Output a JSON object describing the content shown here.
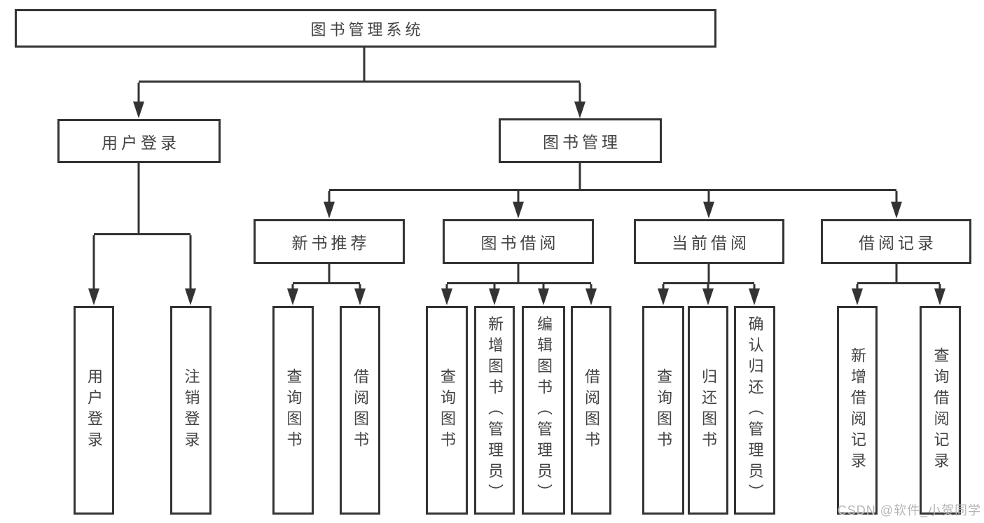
{
  "diagram": {
    "root": {
      "label": "图书管理系统"
    },
    "branches": [
      {
        "label": "用户登录",
        "children": [
          {
            "label": "用户登录"
          },
          {
            "label": "注销登录"
          }
        ]
      },
      {
        "label": "图书管理",
        "children": [
          {
            "label": "新书推荐",
            "children": [
              {
                "label": "查询图书"
              },
              {
                "label": "借阅图书"
              }
            ]
          },
          {
            "label": "图书借阅",
            "children": [
              {
                "label": "查询图书"
              },
              {
                "label": "新增图书（管理员）"
              },
              {
                "label": "编辑图书（管理员）"
              },
              {
                "label": "借阅图书"
              }
            ]
          },
          {
            "label": "当前借阅",
            "children": [
              {
                "label": "查询图书"
              },
              {
                "label": "归还图书"
              },
              {
                "label": "确认归还（管理员）"
              }
            ]
          },
          {
            "label": "借阅记录",
            "children": [
              {
                "label": "新增借阅记录"
              },
              {
                "label": "查询借阅记录"
              }
            ]
          }
        ]
      }
    ]
  },
  "watermark": {
    "text": "CSDN @软件_小贺同学"
  },
  "colors": {
    "line": "#333333",
    "border": "#333333",
    "text": "#434343",
    "watermark": "#b6b6b6",
    "background": "#ffffff"
  }
}
